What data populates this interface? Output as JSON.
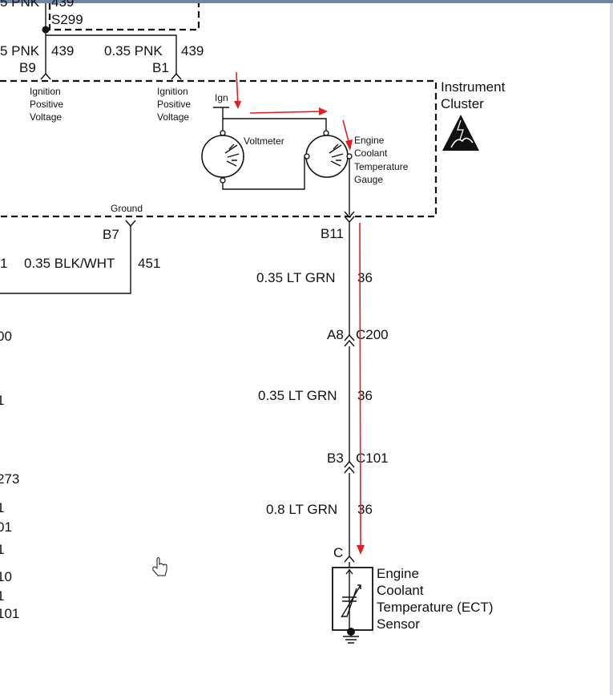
{
  "window": {
    "accent": "#6f86a8"
  },
  "top": {
    "circuit": "439",
    "splice": "S299"
  },
  "left_feed": {
    "gauge": "5 PNK",
    "circuit": "439",
    "pin": "B9",
    "function": [
      "Ignition",
      "Positive",
      "Voltage"
    ]
  },
  "right_feed": {
    "gauge": "0.35 PNK",
    "circuit": "439",
    "pin": "B1",
    "function": [
      "Ignition",
      "Positive",
      "Voltage"
    ]
  },
  "cluster": {
    "title": [
      "Instrument",
      "Cluster"
    ],
    "ign_label": "Ign",
    "voltmeter_label": "Voltmeter",
    "gauge_label": [
      "Engine",
      "Coolant",
      "Temperature",
      "Gauge"
    ],
    "ground_label": "Ground",
    "esd_icon": "esd-sensitive-icon"
  },
  "ground_wire": {
    "pin": "B7",
    "gauge": "0.35 BLK/WHT",
    "circuit": "451"
  },
  "ect_circuit": [
    {
      "kind": "pin",
      "label": "B11"
    },
    {
      "kind": "wire",
      "gauge": "0.35 LT GRN",
      "circuit": "36"
    },
    {
      "kind": "connector",
      "pin": "A8",
      "connector": "C200"
    },
    {
      "kind": "wire",
      "gauge": "0.35 LT GRN",
      "circuit": "36"
    },
    {
      "kind": "connector",
      "pin": "B3",
      "connector": "C101"
    },
    {
      "kind": "wire",
      "gauge": "0.8 LT GRN",
      "circuit": "36"
    },
    {
      "kind": "pin",
      "label": "C"
    }
  ],
  "sensor": {
    "label": [
      "Engine",
      "Coolant",
      "Temperature (ECT)",
      "Sensor"
    ]
  },
  "left_fragments": [
    "1",
    "00",
    "1",
    "273",
    "1",
    "01",
    "1",
    "10",
    "1",
    "101"
  ],
  "annotation_color": "#e02020",
  "cursor": "hand-pointer-icon"
}
